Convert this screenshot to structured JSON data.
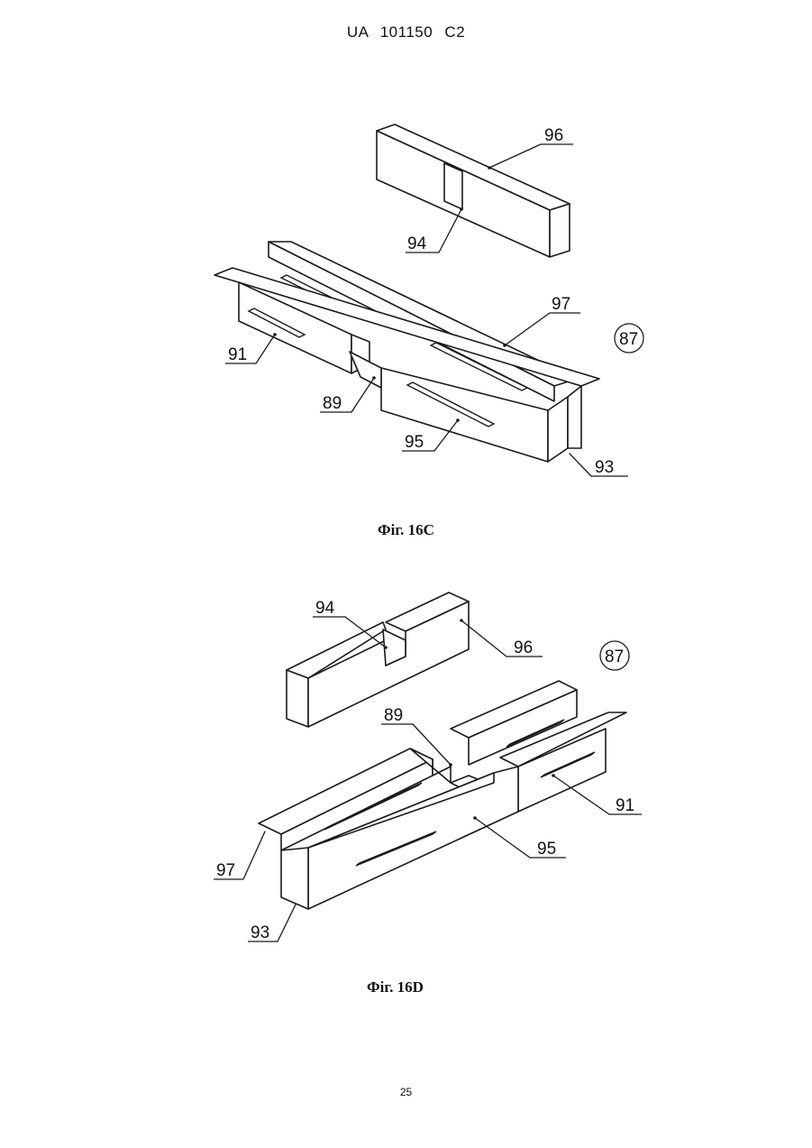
{
  "header": {
    "publication": "UA   101150   C2"
  },
  "figure_c": {
    "caption": "Фіг. 16C",
    "labels": {
      "n96": "96",
      "n94": "94",
      "n97": "97",
      "n87": "87",
      "n91": "91",
      "n89": "89",
      "n95": "95",
      "n93": "93"
    }
  },
  "figure_d": {
    "caption": "Фіг. 16D",
    "labels": {
      "n94": "94",
      "n96": "96",
      "n87": "87",
      "n89": "89",
      "n91": "91",
      "n95": "95",
      "n97": "97",
      "n93": "93"
    }
  },
  "footer": {
    "page_number": "25"
  }
}
